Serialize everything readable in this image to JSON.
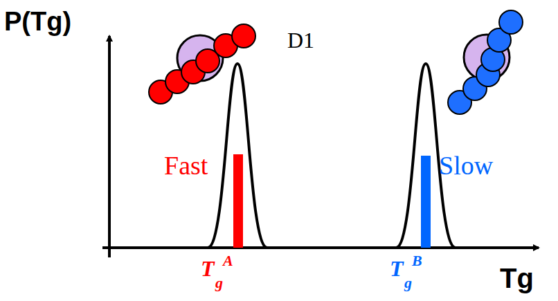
{
  "diagram": {
    "labels": [
      "P(Tg)",
      "D1",
      "Fast",
      "Slow",
      "T",
      "g",
      "A",
      "T",
      "g",
      "B",
      "Tg"
    ]
  }
}
